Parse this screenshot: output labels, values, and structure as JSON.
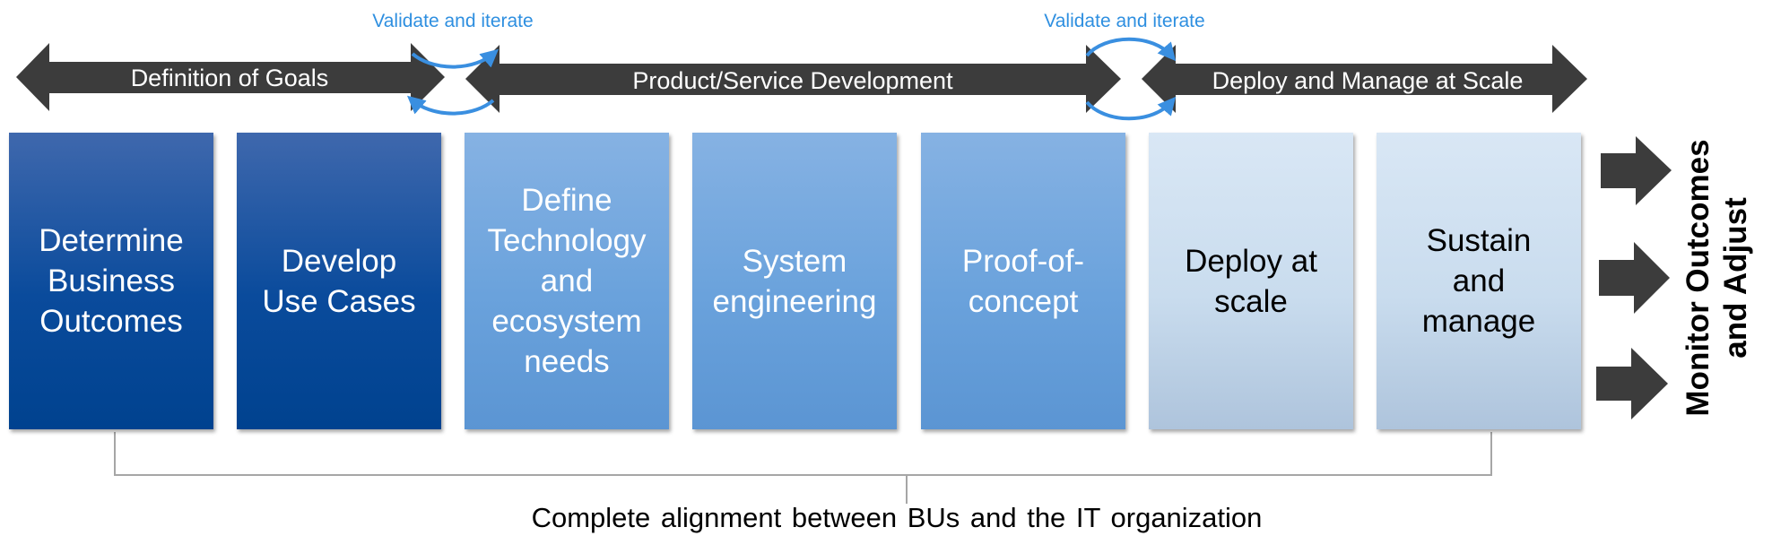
{
  "phases": [
    {
      "label": "Definition of Goals"
    },
    {
      "label": "Product/Service Development"
    },
    {
      "label": "Deploy and Manage at Scale"
    }
  ],
  "iterate_labels": [
    "Validate and iterate",
    "Validate and iterate"
  ],
  "steps": [
    {
      "label": "Determine\nBusiness\nOutcomes",
      "tone": "dark"
    },
    {
      "label": "Develop\nUse Cases",
      "tone": "dark"
    },
    {
      "label": "Define\nTechnology\nand\necosystem\nneeds",
      "tone": "mid"
    },
    {
      "label": "System\nengineering",
      "tone": "mid"
    },
    {
      "label": "Proof-of-\nconcept",
      "tone": "mid"
    },
    {
      "label": "Deploy at\nscale",
      "tone": "light"
    },
    {
      "label": "Sustain\nand\nmanage",
      "tone": "light"
    }
  ],
  "monitor_label": "Monitor Outcomes\nand Adjust",
  "footer_label": "Complete alignment between BUs and the IT organization",
  "colors": {
    "arrow": "#3c3c3c",
    "cycle_arrow": "#3a8fe0",
    "bracket": "#a6a6a6",
    "dark_box": "#0a4b9c",
    "mid_box": "#6aa2dc",
    "light_box": "#c9dcee"
  },
  "icons": {
    "phase_arrows": "double-headed-arrow",
    "cycle": "circular-arrows-icon",
    "output": "right-arrow-icon"
  }
}
